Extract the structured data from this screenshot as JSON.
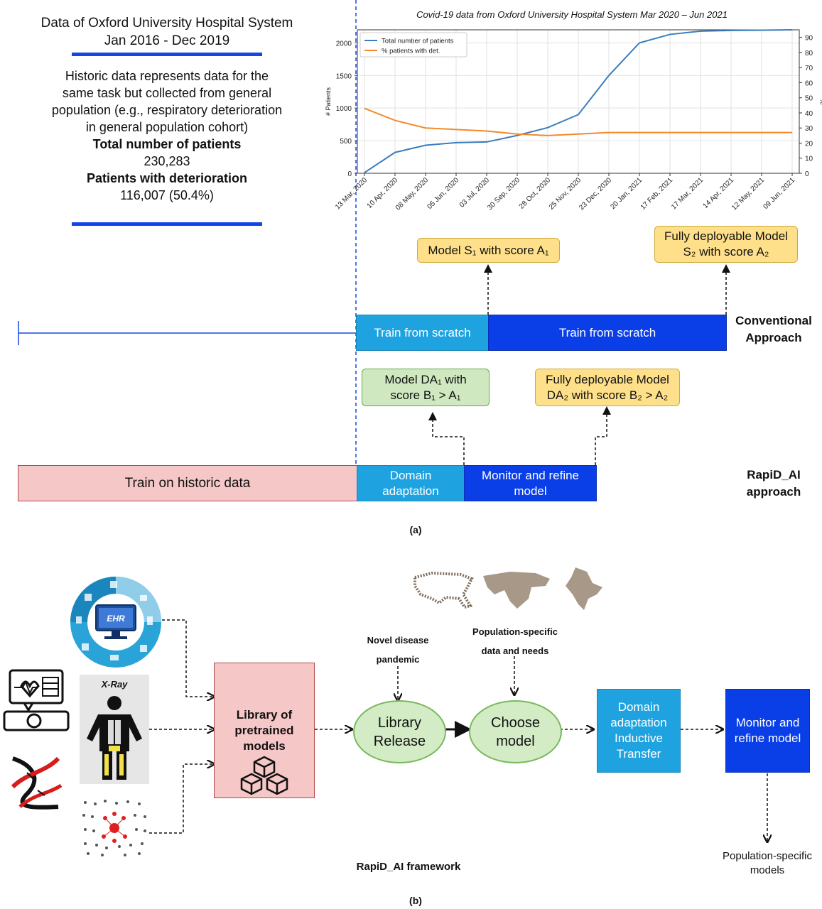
{
  "historic": {
    "title_line1": "Data of Oxford University  Hospital System",
    "title_line2": "Jan 2016 - Dec 2019",
    "desc_line1": "Historic data represents data for the",
    "desc_line2": "same task but collected from general",
    "desc_line3": "population (e.g., respiratory deterioration",
    "desc_line4": "in general population cohort)",
    "total_label": "Total number of patients",
    "total_value": "230,283",
    "det_label": "Patients with deterioration",
    "det_value": "116,007 (50.4%)"
  },
  "chart_data": {
    "type": "line",
    "title": "Covid-19 data from Oxford University Hospital System Mar 2020 – Jun 2021",
    "xlabel": "",
    "ylabel": "# Patients",
    "y2label": "%",
    "ylim": [
      0,
      2200
    ],
    "y2lim": [
      0,
      95
    ],
    "yticks": [
      "0",
      "500",
      "1000",
      "1500",
      "2000"
    ],
    "y2ticks": [
      "0",
      "10",
      "20",
      "30",
      "40",
      "50",
      "60",
      "70",
      "80",
      "90"
    ],
    "x": [
      "13 Mar, 2020",
      "10 Apr, 2020",
      "08 May, 2020",
      "05 Jun, 2020",
      "03 Jul, 2020",
      "30 Sep, 2020",
      "28 Oct, 2020",
      "25 Nov, 2020",
      "23 Dec, 2020",
      "20 Jan, 2021",
      "17 Feb, 2021",
      "17 Mar, 2021",
      "14 Apr, 2021",
      "12 May, 2021",
      "09 Jun, 2021"
    ],
    "legend_position": "top-left",
    "grid": true,
    "series": [
      {
        "name": "Total number of patients",
        "axis": "left",
        "color": "#3b7dbd",
        "values": [
          10,
          320,
          430,
          470,
          480,
          580,
          700,
          900,
          1500,
          2000,
          2130,
          2180,
          2190,
          2195,
          2200
        ]
      },
      {
        "name": "% patients with det.",
        "axis": "right",
        "color": "#f28a2c",
        "values": [
          43,
          35,
          30,
          29,
          28,
          26,
          25,
          26,
          27,
          27,
          27,
          27,
          27,
          27,
          27
        ]
      }
    ]
  },
  "panel_a": {
    "model_s1": "Model S₁ with score A₁",
    "model_s2_line1": "Fully deployable Model",
    "model_s2_line2": "S₂ with score A₂",
    "train_scratch_1": "Train from scratch",
    "train_scratch_2": "Train from scratch",
    "conventional_line1": "Conventional",
    "conventional_line2": "Approach",
    "model_da1_line1": "Model DA₁ with",
    "model_da1_line2": "score B₁ > A₁",
    "model_da2_line1": "Fully deployable Model",
    "model_da2_line2": "DA₂ with score B₂ > A₂",
    "train_historic": "Train on historic data",
    "domain_adapt_line1": "Domain",
    "domain_adapt_line2": "adaptation",
    "monitor_line1": "Monitor and refine",
    "monitor_line2": "model",
    "rapid_line1": "RapiD_AI",
    "rapid_line2": "approach",
    "caption": "(a)"
  },
  "panel_b": {
    "ehr_label": "EHR",
    "xray_label": "X-Ray",
    "library_line1": "Library of",
    "library_line2": "pretrained",
    "library_line3": "models",
    "novel_line1": "Novel disease",
    "novel_line2": "pandemic",
    "pop_line1": "Population-specific",
    "pop_line2": "data and needs",
    "release_line1": "Library",
    "release_line2": "Release",
    "choose_line1": "Choose",
    "choose_line2": "model",
    "domain_line1": "Domain",
    "domain_line2": "adaptation",
    "domain_line3": "Inductive",
    "domain_line4": "Transfer",
    "monitor_line1": "Monitor and",
    "monitor_line2": "refine model",
    "output_line1": "Population-specific",
    "output_line2": "models",
    "framework": "RapiD_AI framework",
    "caption": "(b)"
  }
}
